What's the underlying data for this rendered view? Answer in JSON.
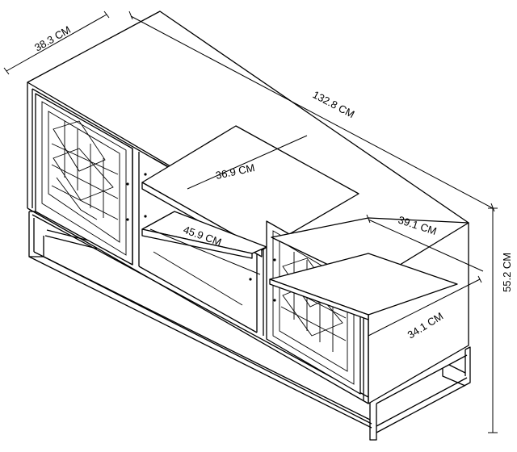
{
  "dimensions": {
    "depth_label": "38.3 CM",
    "width_label": "132.8 CM",
    "height_label": "55.2 CM",
    "upper_shelf_label": "36.9 CM",
    "lower_shelf_label": "45.9 CM",
    "right_top_label": "39.1 CM",
    "right_shelf_label": "34.1 CM"
  }
}
